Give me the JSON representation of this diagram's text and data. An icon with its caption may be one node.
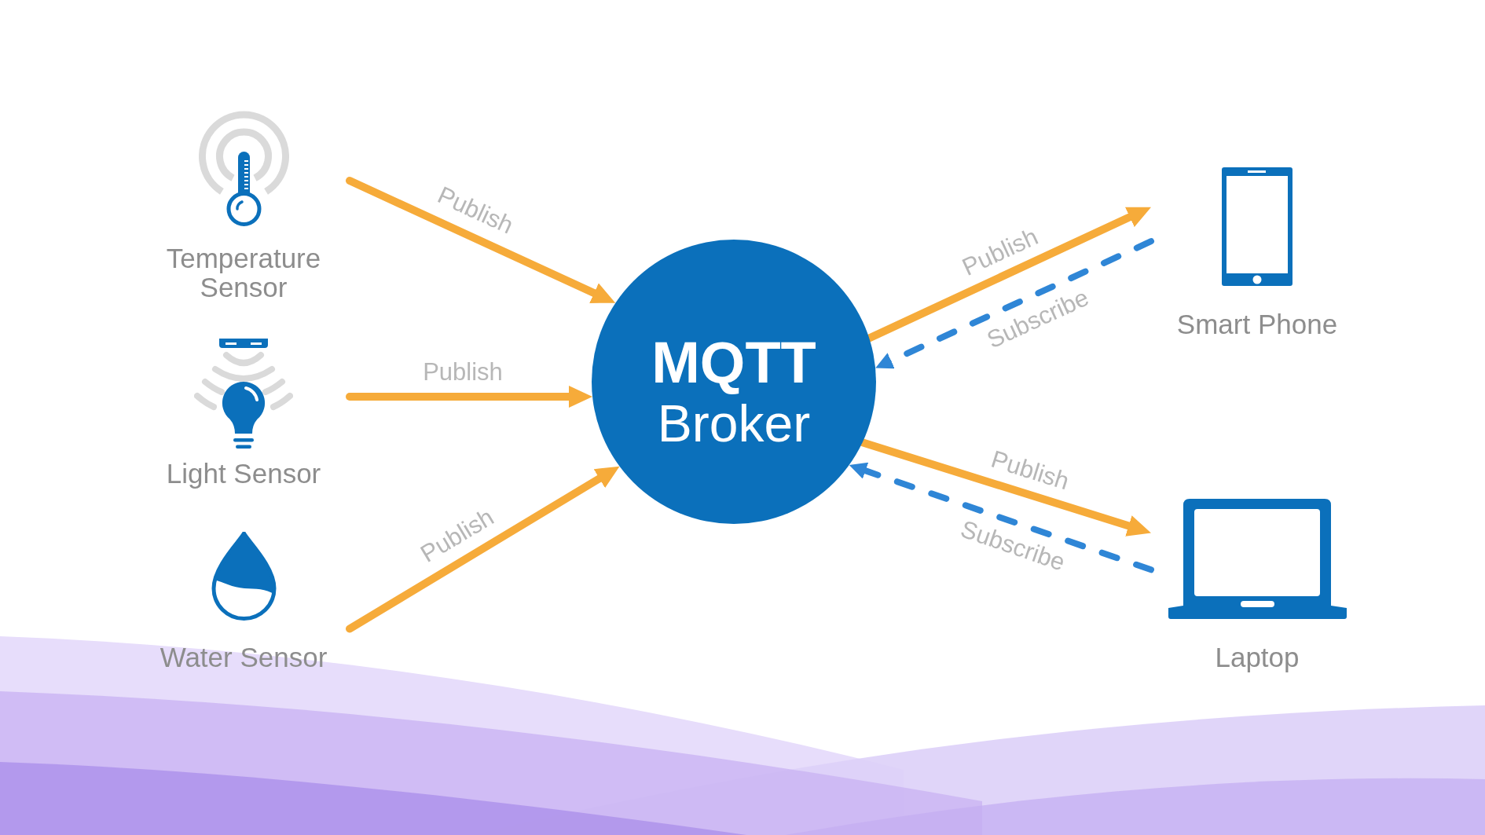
{
  "diagram": {
    "nodes": [
      {
        "text": [
          "Temperature Sensor"
        ]
      },
      {
        "text": [
          "Light Sensor"
        ]
      },
      {
        "text": [
          "Water Sensor"
        ]
      },
      {
        "text": [
          "MQTT",
          "Broker"
        ]
      },
      {
        "text": [
          "Smart Phone"
        ]
      },
      {
        "text": [
          "Laptop"
        ]
      }
    ],
    "edges": [
      {
        "from": 0,
        "to": 3,
        "arrow": "to",
        "label": "Publish"
      },
      {
        "from": 1,
        "to": 3,
        "arrow": "to",
        "label": "Publish"
      },
      {
        "from": 2,
        "to": 3,
        "arrow": "to",
        "label": "Publish"
      },
      {
        "from": 3,
        "to": 4,
        "arrow": "to",
        "label": "Publish"
      },
      {
        "from": 4,
        "to": 3,
        "arrow": "to",
        "label": "Subscribe",
        "style": "dashed",
        "color": "#2f86d6"
      },
      {
        "from": 3,
        "to": 5,
        "arrow": "to",
        "label": "Publish"
      },
      {
        "from": 5,
        "to": 3,
        "arrow": "to",
        "label": "Subscribe",
        "style": "dashed",
        "color": "#2f86d6"
      }
    ]
  }
}
